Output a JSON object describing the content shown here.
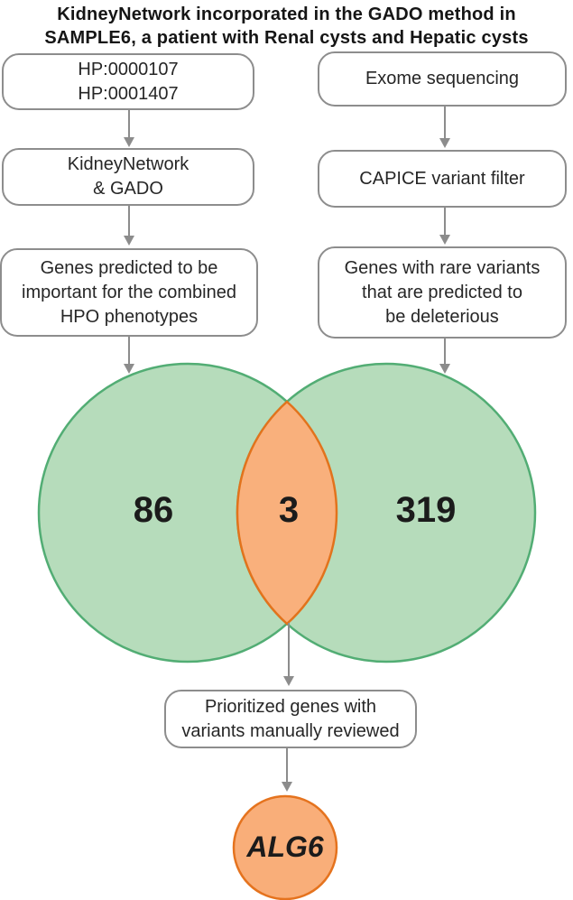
{
  "title": "KidneyNetwork incorporated in the GADO method in\nSAMPLE6, a patient with Renal cysts and Hepatic cysts",
  "left_column": {
    "steps": [
      {
        "label": "HP:0000107\nHP:0001407"
      },
      {
        "label": "KidneyNetwork\n& GADO"
      },
      {
        "label": "Genes predicted to be\nimportant for the combined\nHPO phenotypes"
      }
    ]
  },
  "right_column": {
    "steps": [
      {
        "label": "Exome sequencing"
      },
      {
        "label": "CAPICE variant filter"
      },
      {
        "label": "Genes with rare variants\nthat are predicted to\nbe deleterious"
      }
    ]
  },
  "venn": {
    "left_count": "86",
    "overlap_count": "3",
    "right_count": "319"
  },
  "review_box": {
    "label": "Prioritized genes with\nvariants manually reviewed"
  },
  "result": {
    "gene": "ALG6"
  },
  "colors": {
    "green_fill": "#b6dcbb",
    "green_stroke": "#52ad74",
    "orange_fill": "#f9b07c",
    "orange_stroke": "#e2731c",
    "result_fill": "#f9ae79",
    "result_stroke": "#e5731e",
    "gray": "#8c8c8c",
    "box_border": "#8d8d8d",
    "text": "#262626",
    "title_color": "#151515"
  }
}
